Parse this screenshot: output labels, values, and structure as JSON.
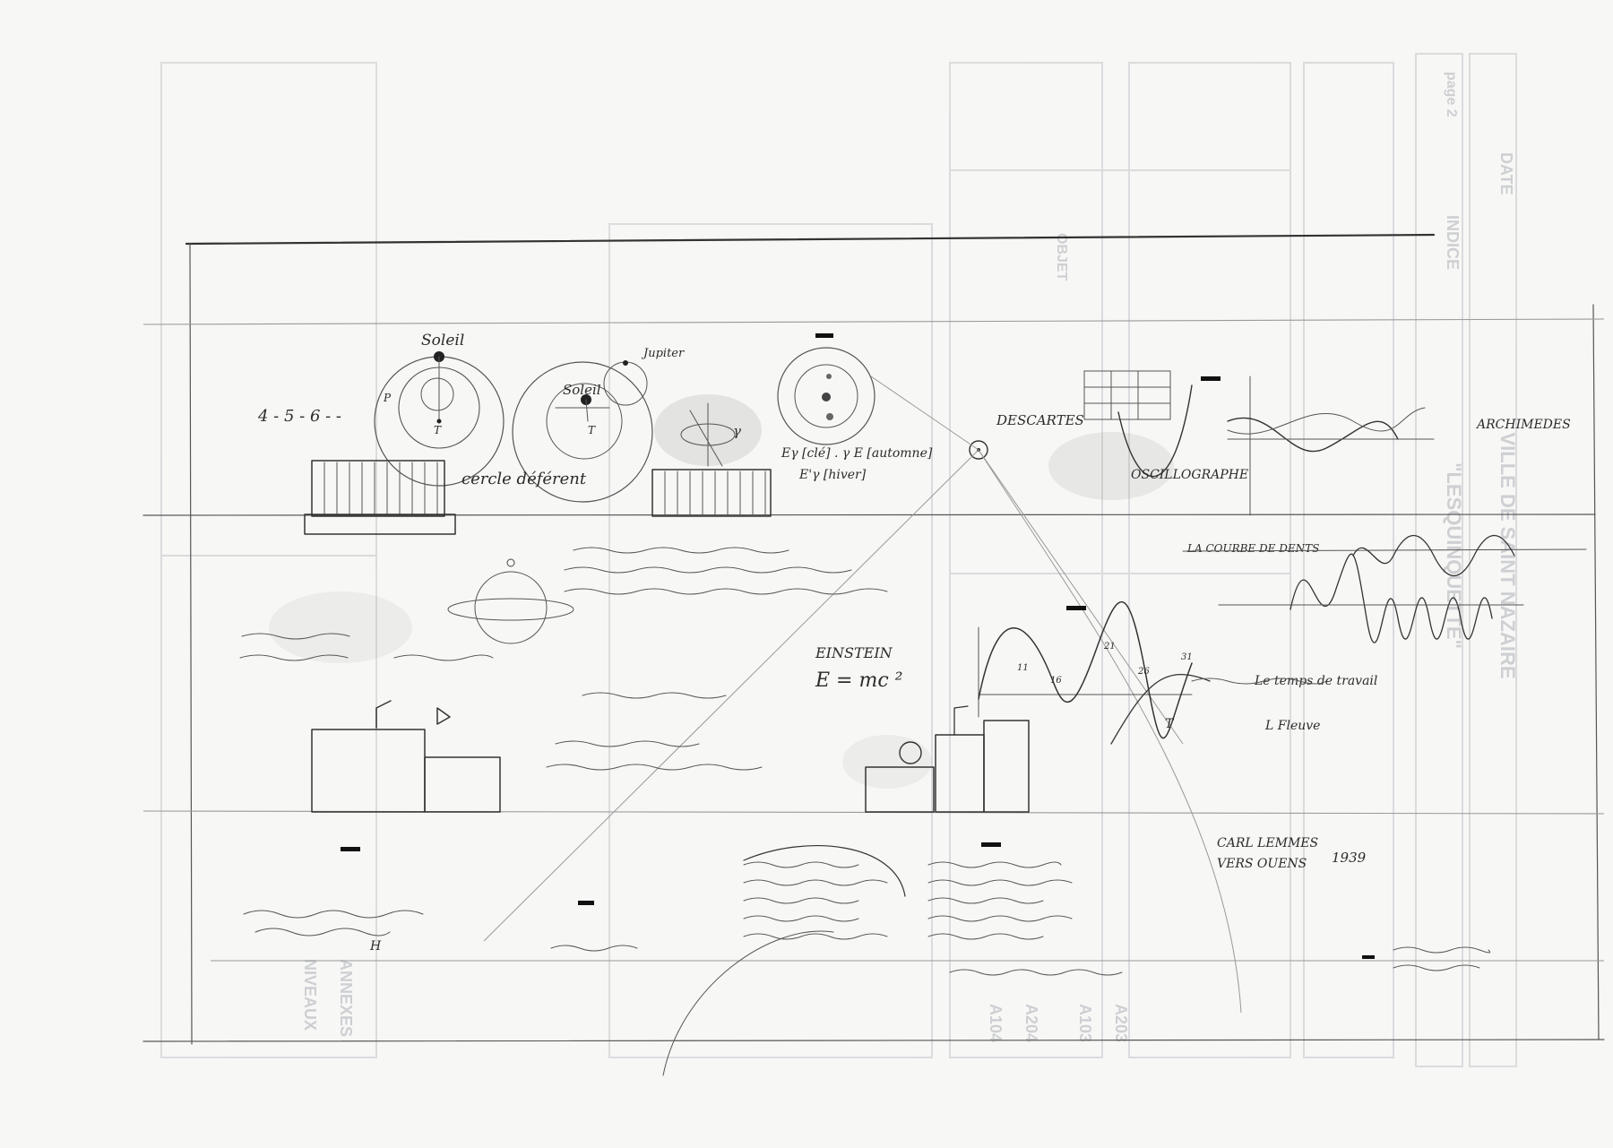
{
  "annotations": {
    "soleil_1": "Soleil",
    "soleil_2": "Soleil",
    "jupiter": "Jupiter",
    "sequence": "4 - 5 - 6 - -",
    "t_1": "T",
    "t_2": "T",
    "t_3": "T",
    "p_1": "P",
    "cercle_deferent": "cercle déférent",
    "gamma_label": "γ",
    "equation_set": "Eγ [clé] . γ E [automne]",
    "equation_hiver": "E'γ [hiver]",
    "descartes": "DESCARTES",
    "archimedes": "ARCHIMEDES",
    "oscillograph": "OSCILLOGRAPHE",
    "courbe_des_dents": "LA COURBE DE DENTS",
    "einstein": "EINSTEIN",
    "emc2": "E = mc ²",
    "chart_nums": [
      "11",
      "16",
      "21",
      "26",
      "31"
    ],
    "letter_h": "H",
    "carl_lemmes": "CARL LEMMES",
    "vers_ouens": "VERS OUENS",
    "year": "1939",
    "le_temps": "Le temps de travail",
    "fleuve": "L Fleuve"
  },
  "title_block": {
    "ville": "VILLE DE SAINT NAZAIRE",
    "lesquinquette": "\"LESQUINQUETTE\"",
    "date": "DATE",
    "indice": "INDICE",
    "objet": "OBJET",
    "page": "page 2",
    "row_codes": [
      "A103",
      "A203",
      "A104",
      "A204"
    ],
    "annexes": "ANNEXES",
    "niveaux": "NIVEAUX"
  }
}
